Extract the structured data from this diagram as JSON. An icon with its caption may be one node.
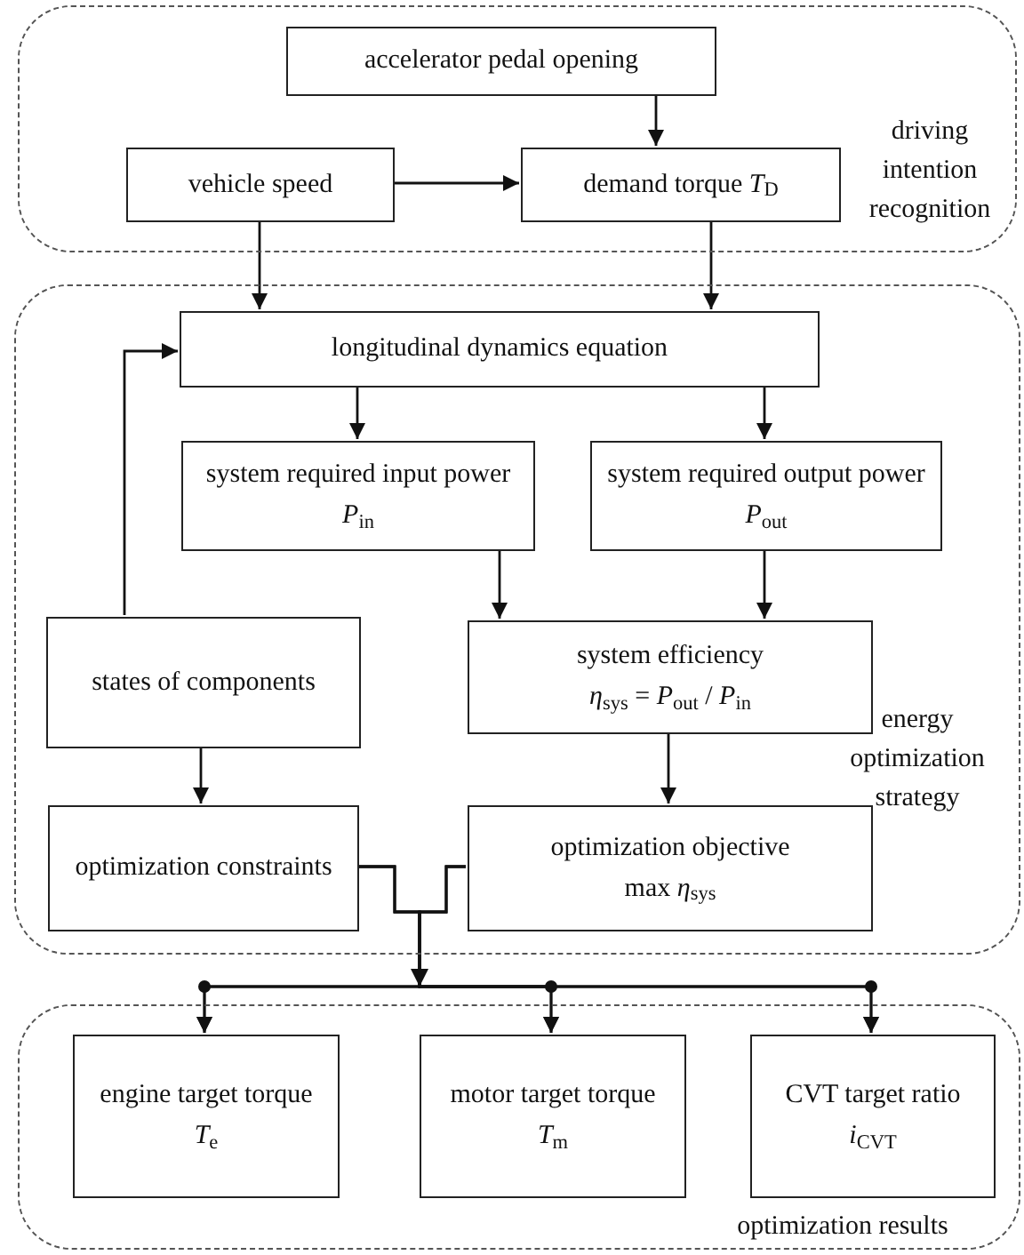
{
  "diagram": {
    "nodes": [
      {
        "text": [
          "driving intention recognition"
        ]
      },
      {
        "text": [
          "accelerator pedal opening"
        ],
        "in": 0
      },
      {
        "text": [
          "vehicle speed"
        ],
        "in": 0
      },
      {
        "text": [
          "demand torque *T*$_{D}$"
        ],
        "in": 0
      },
      {
        "text": [
          "energy optimization strategy"
        ]
      },
      {
        "text": [
          "longitudinal dynamics equation"
        ],
        "in": 4
      },
      {
        "text": [
          "system required input power",
          "*P*$_{in}$"
        ],
        "in": 4
      },
      {
        "text": [
          "system required output power",
          "*P*$_{out}$"
        ],
        "in": 4
      },
      {
        "text": [
          "states of components"
        ],
        "in": 4
      },
      {
        "text": [
          "system efficiency",
          "*η*$_{sys}$ = *P*$_{out}$ / *P*$_{in}$"
        ],
        "in": 4
      },
      {
        "text": [
          "optimization constraints"
        ],
        "in": 4
      },
      {
        "text": [
          "optimization objective",
          "max *η*$_{sys}$"
        ],
        "in": 4
      },
      {
        "text": [
          "optimization results"
        ]
      },
      {
        "text": [
          "engine target torque",
          "*T*$_{e}$"
        ],
        "in": 12
      },
      {
        "text": [
          "motor target torque",
          "*T*$_{m}$"
        ],
        "in": 12
      },
      {
        "text": [
          "CVT target ratio",
          "*i*$_{CVT}$"
        ],
        "in": 12
      }
    ],
    "edges": [
      {
        "from": 1,
        "to": 3,
        "arrow": "to"
      },
      {
        "from": 2,
        "to": 3,
        "arrow": "to"
      },
      {
        "from": 2,
        "to": 5,
        "arrow": "to"
      },
      {
        "from": 3,
        "to": 5,
        "arrow": "to"
      },
      {
        "from": 5,
        "to": 6,
        "arrow": "to"
      },
      {
        "from": 5,
        "to": 7,
        "arrow": "to"
      },
      {
        "from": 6,
        "to": 9,
        "arrow": "to"
      },
      {
        "from": 7,
        "to": 9,
        "arrow": "to"
      },
      {
        "from": 8,
        "to": 5,
        "arrow": "to"
      },
      {
        "from": 8,
        "to": 10,
        "arrow": "to"
      },
      {
        "from": 9,
        "to": 11,
        "arrow": "to"
      },
      {
        "from": 10,
        "to": 13,
        "arrow": "to"
      },
      {
        "from": 10,
        "to": 14,
        "arrow": "to"
      },
      {
        "from": 10,
        "to": 15,
        "arrow": "to"
      },
      {
        "from": 11,
        "to": 13,
        "arrow": "to"
      },
      {
        "from": 11,
        "to": 14,
        "arrow": "to"
      },
      {
        "from": 11,
        "to": 15,
        "arrow": "to"
      }
    ]
  }
}
